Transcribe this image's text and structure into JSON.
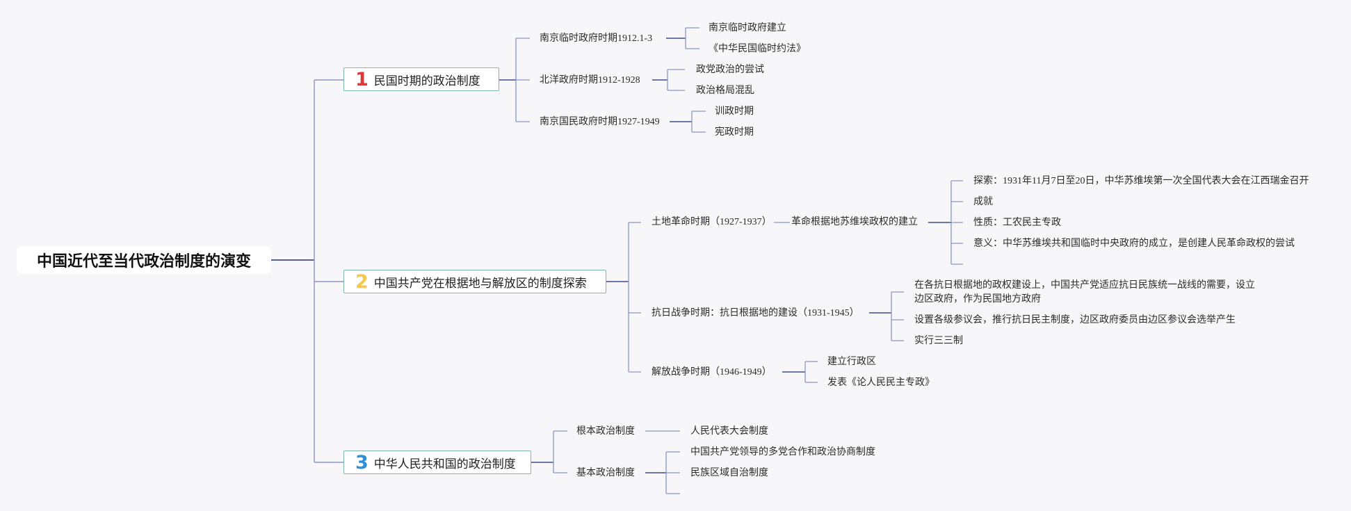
{
  "title": "中国近代至当代政治制度的演变",
  "branches": [
    {
      "num": "1",
      "num_color": "#d63a3a",
      "label": "民国时期的政治制度",
      "children": [
        {
          "label": "南京临时政府时期1912.1-3",
          "children": [
            "南京临时政府建立",
            "《中华民国临时约法》"
          ]
        },
        {
          "label": "北洋政府时期1912-1928",
          "children": [
            "政党政治的尝试",
            "政治格局混乱"
          ]
        },
        {
          "label": "南京国民政府时期1927-1949",
          "children": [
            "训政时期",
            "宪政时期"
          ]
        }
      ]
    },
    {
      "num": "2",
      "num_color": "#f2c94c",
      "label": "中国共产党在根据地与解放区的制度探索",
      "children": [
        {
          "label": "土地革命时期（1927-1937）",
          "sub": "革命根据地苏维埃政权的建立",
          "children": [
            "探索：1931年11月7日至20日，中华苏维埃第一次全国代表大会在江西瑞金召开",
            "成就",
            "性质：工农民主专政",
            "意义：中华苏维埃共和国临时中央政府的成立，是创建人民革命政权的尝试",
            ""
          ]
        },
        {
          "label": "抗日战争时期：抗日根据地的建设（1931-1945）",
          "children": [
            "在各抗日根据地的政权建设上，中国共产党适应抗日民族统一战线的需要，设立边区政府，作为民国地方政府",
            "设置各级参议会，推行抗日民主制度，边区政府委员由边区参议会选举产生",
            "实行三三制"
          ]
        },
        {
          "label": "解放战争时期（1946-1949）",
          "children": [
            "建立行政区",
            "发表《论人民民主专政》"
          ]
        }
      ]
    },
    {
      "num": "3",
      "num_color": "#2f8fd8",
      "label": "中华人民共和国的政治制度",
      "children": [
        {
          "label": "根本政治制度",
          "children": [
            "人民代表大会制度"
          ]
        },
        {
          "label": "基本政治制度",
          "children": [
            "中国共产党领导的多党合作和政治协商制度",
            "民族区域自治制度",
            ""
          ]
        }
      ]
    }
  ],
  "colors": {
    "line": "#8a94c4",
    "connector": "#3f4a8a",
    "branch_border": "#7fb7ad",
    "background": "#f7f7f9"
  }
}
